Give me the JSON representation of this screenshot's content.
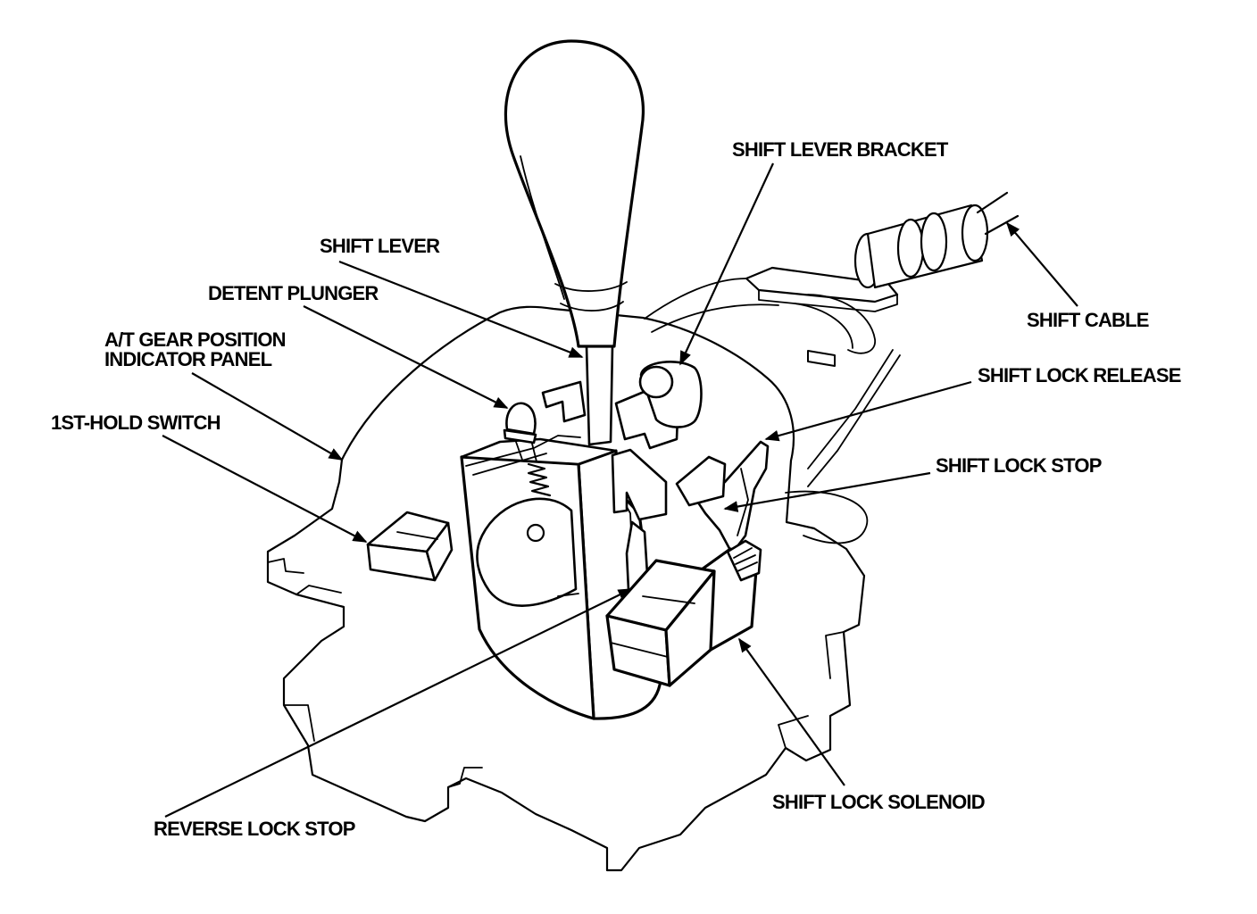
{
  "labels": {
    "shift_lever_bracket": "SHIFT LEVER BRACKET",
    "shift_lever": "SHIFT LEVER",
    "detent_plunger": "DETENT PLUNGER",
    "gear_position_panel_line1": "A/T GEAR POSITION",
    "gear_position_panel_line2": "INDICATOR PANEL",
    "first_hold_switch": "1ST-HOLD SWITCH",
    "shift_cable": "SHIFT CABLE",
    "shift_lock_release": "SHIFT LOCK RELEASE",
    "shift_lock_stop": "SHIFT LOCK STOP",
    "shift_lock_solenoid": "SHIFT LOCK SOLENOID",
    "reverse_lock_stop": "REVERSE LOCK STOP"
  },
  "colors": {
    "ink": "#000000",
    "background": "#ffffff"
  }
}
